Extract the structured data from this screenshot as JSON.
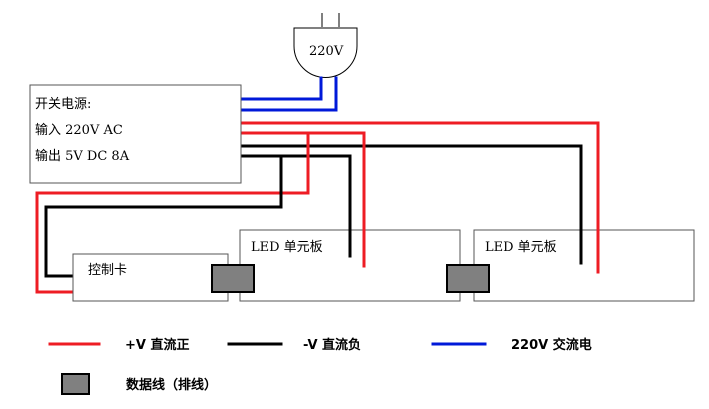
{
  "colors": {
    "positive": "#ee1c24",
    "negative": "#000000",
    "ac": "#0019d9",
    "connector": "#808080"
  },
  "plug": {
    "label": "220V"
  },
  "power_supply": {
    "title": "开关电源:",
    "input": "输入 220V AC",
    "output": "输出  5V DC 8A"
  },
  "controller": {
    "label": "控制卡"
  },
  "led_panels": [
    {
      "label": "LED 单元板"
    },
    {
      "label": "LED 单元板"
    }
  ],
  "legend": {
    "positive": "+V 直流正",
    "negative": "-V 直流负",
    "ac": "220V 交流电",
    "data_cable": "数据线（排线）"
  }
}
